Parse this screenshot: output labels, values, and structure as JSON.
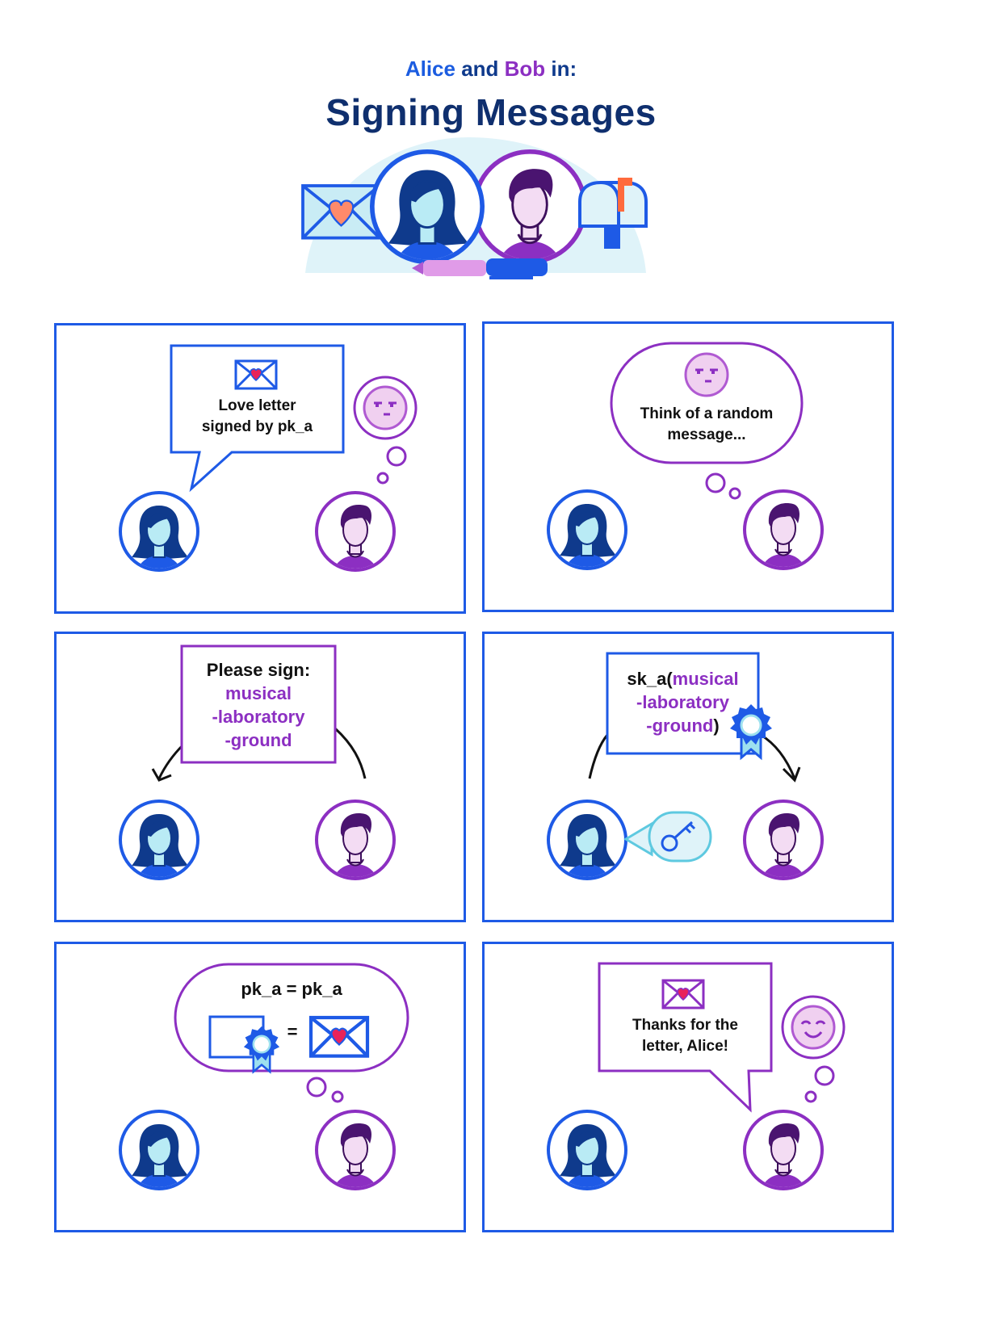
{
  "header": {
    "alice": "Alice",
    "and": " and ",
    "bob": "Bob",
    "in": " in:",
    "title": "Signing Messages"
  },
  "panels": [
    {
      "text_line1": "Love letter",
      "text_line2": "signed by pk_a"
    },
    {
      "text_line1": "Think of a random",
      "text_line2": "message..."
    },
    {
      "label": "Please sign:",
      "words": [
        "musical",
        "-laboratory",
        "-ground"
      ]
    },
    {
      "prefix": "sk_a(",
      "words": [
        "musical",
        "-laboratory",
        "-ground"
      ],
      "suffix": ")"
    },
    {
      "equation": "pk_a = pk_a",
      "equals": "="
    },
    {
      "text_line1": "Thanks for the",
      "text_line2": "letter, Alice!"
    }
  ],
  "colors": {
    "alice": "#1e5ae6",
    "bob": "#8c2fc2",
    "navy": "#0f2f6e",
    "light_blue": "#c9ecf5",
    "skin_bob": "#f3dcf3"
  },
  "icons": [
    "envelope-heart-icon",
    "mailbox-icon",
    "pen-icon",
    "key-icon",
    "ribbon-seal-icon",
    "thought-face-icon"
  ]
}
